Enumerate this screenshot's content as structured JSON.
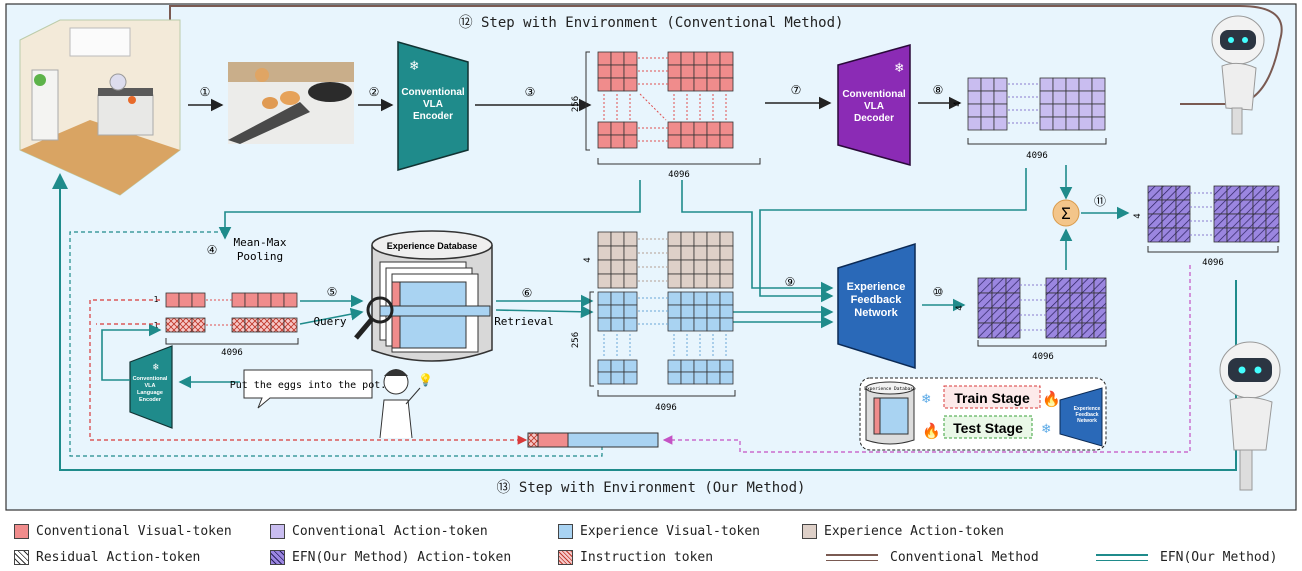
{
  "colors": {
    "visual": "#f08c8c",
    "action": "#c9bdf0",
    "exp_visual": "#a9d3f2",
    "exp_action": "#ded0c8",
    "efn": "#9b86e0",
    "teal": "#1f8b8b",
    "brown": "#7a5a52",
    "panel": "#e8f5fd"
  },
  "steps": {
    "s1": "①",
    "s2": "②",
    "s3": "③",
    "s4": "④",
    "s5": "⑤",
    "s6": "⑥",
    "s7": "⑦",
    "s8": "⑧",
    "s9": "⑨",
    "s10": "⑩",
    "s11": "⑪",
    "s12": "⑫ Step with Environment (Conventional Method)",
    "s13": "⑬ Step with Environment (Our Method)"
  },
  "blocks": {
    "encoder": "Conventional\nVLA\nEncoder",
    "decoder": "Conventional\nVLA\nDecoder",
    "efn": "Experience\nFeedback\nNetwork",
    "lang_encoder": "Conventional\nVLA\nLanguage\nEncoder",
    "database": "Experience Database"
  },
  "labels": {
    "mean_max": "Mean-Max\nPooling",
    "query": "Query",
    "retrieval": "Retrieval",
    "instruction": "Put the eggs into the pot.",
    "d4096": "4096",
    "d256": "256",
    "d4": "4",
    "d1": "1"
  },
  "stages": {
    "train": "Train Stage",
    "test": "Test Stage",
    "db_small": "Experience Database",
    "efn_small": "Experience\nFeedback\nNetwork"
  },
  "legend": [
    {
      "label": "Conventional Visual-token",
      "swatch": "visual"
    },
    {
      "label": "Conventional Action-token",
      "swatch": "action"
    },
    {
      "label": "Experience Visual-token",
      "swatch": "exp_visual"
    },
    {
      "label": "Experience Action-token",
      "swatch": "exp_action"
    },
    {
      "label": "Residual Action-token",
      "swatch": "residual"
    },
    {
      "label": "EFN(Our Method) Action-token",
      "swatch": "efn"
    },
    {
      "label": "Instruction token",
      "swatch": "instruction"
    },
    {
      "label": "Conventional Method",
      "swatch": "line_conv"
    },
    {
      "label": "EFN(Our Method)",
      "swatch": "line_efn"
    }
  ]
}
